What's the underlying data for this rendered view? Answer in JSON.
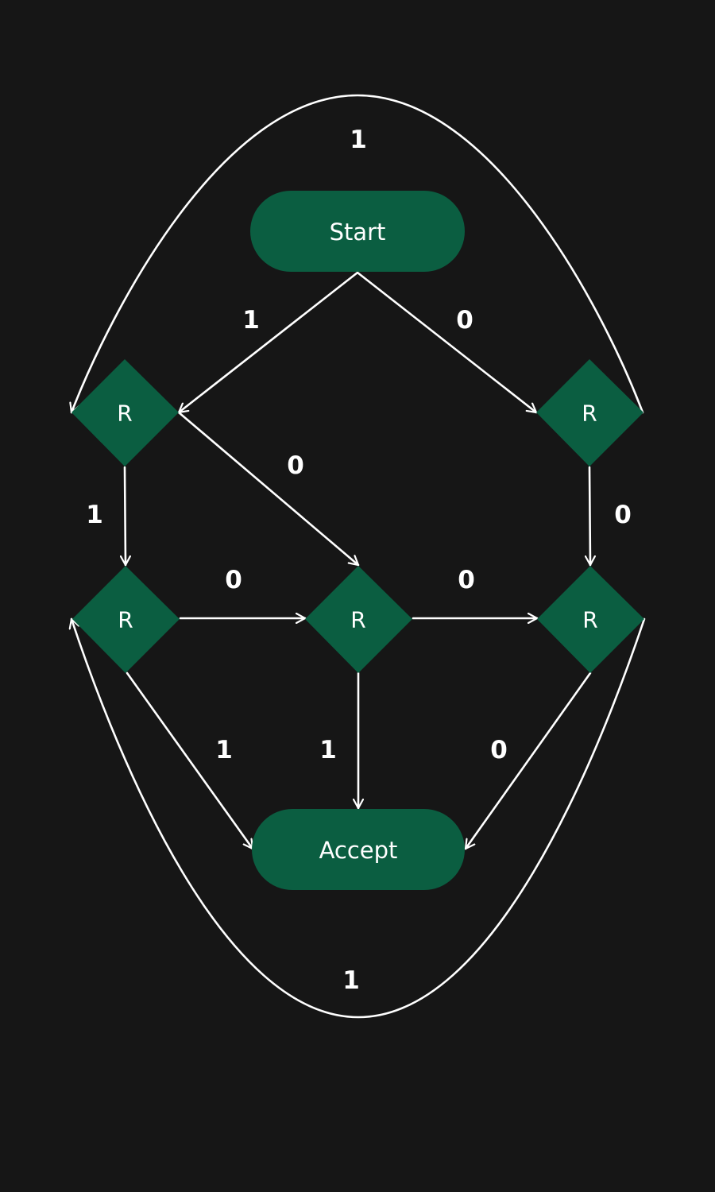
{
  "colors": {
    "background": "#161616",
    "node_fill": "#0b5e41",
    "stroke": "#ffffff",
    "text": "#ffffff"
  },
  "nodes": {
    "start": {
      "label": "Start",
      "shape": "terminal"
    },
    "r1": {
      "label": "R",
      "shape": "decision"
    },
    "r2": {
      "label": "R",
      "shape": "decision"
    },
    "r3": {
      "label": "R",
      "shape": "decision"
    },
    "r4": {
      "label": "R",
      "shape": "decision"
    },
    "r5": {
      "label": "R",
      "shape": "decision"
    },
    "accept": {
      "label": "Accept",
      "shape": "terminal"
    }
  },
  "edges": {
    "start_r1": {
      "from": "start",
      "to": "r1",
      "label": "1"
    },
    "start_r2": {
      "from": "start",
      "to": "r2",
      "label": "0"
    },
    "r2_r1": {
      "from": "r2",
      "to": "r1",
      "label": "1"
    },
    "r1_r4": {
      "from": "r1",
      "to": "r4",
      "label": "0"
    },
    "r1_r3": {
      "from": "r1",
      "to": "r3",
      "label": "1"
    },
    "r2_r5": {
      "from": "r2",
      "to": "r5",
      "label": "0"
    },
    "r3_r4": {
      "from": "r3",
      "to": "r4",
      "label": "0"
    },
    "r4_r5": {
      "from": "r4",
      "to": "r5",
      "label": "0"
    },
    "r3_accept": {
      "from": "r3",
      "to": "accept",
      "label": "1"
    },
    "r4_accept": {
      "from": "r4",
      "to": "accept",
      "label": "1"
    },
    "r5_accept": {
      "from": "r5",
      "to": "accept",
      "label": "0"
    },
    "r5_r3": {
      "from": "r5",
      "to": "r3",
      "label": "1"
    }
  }
}
